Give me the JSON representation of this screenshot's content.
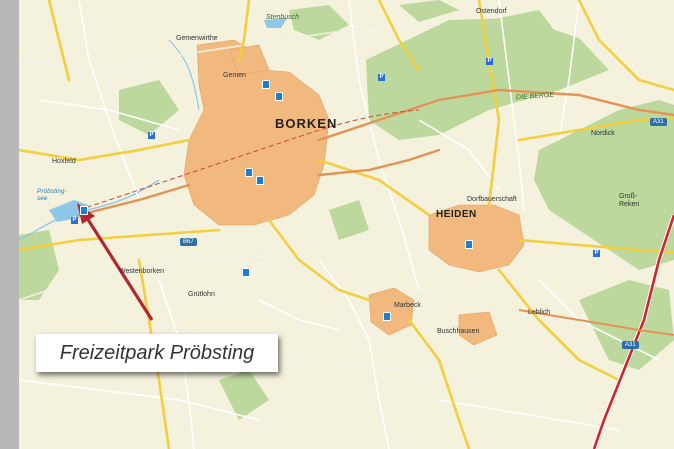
{
  "map": {
    "towns": {
      "borken": "BORKEN",
      "heiden": "HEIDEN"
    },
    "places": {
      "gemen": "Gemen",
      "gemenwirthe": "Gemenwirthe",
      "westenborken": "Westenborken",
      "grütlohn": "Grütlohn",
      "marbeck": "Marbeck",
      "buschhausen": "Buschhausen",
      "leblich": "Leblich",
      "nordick": "Nordick",
      "dorfbauerschaft": "Dorfbauerschaft",
      "gross_reken": "Groß-\nReken",
      "ostendorf": "Ostendorf",
      "hoxfeld": "Hoxfeld"
    },
    "areas": {
      "die_berge": "DIE BERGE",
      "stenbusch": "Stenbusch"
    },
    "water": {
      "proebsting_lake": "Pröbsting-\nsee"
    },
    "route_badges": [
      "A31",
      "A31",
      "B67"
    ],
    "colors": {
      "background": "#f3f0dc",
      "forest": "#b9d79a",
      "urban": "#f2b87c",
      "major_road": "#f4d54a",
      "federal_road": "#e89a58",
      "motorway": "#d0232a",
      "water": "#8fc7e8",
      "callout_arrow": "#b1272e"
    }
  },
  "callout": {
    "label": "Freizeitpark Pröbsting"
  }
}
